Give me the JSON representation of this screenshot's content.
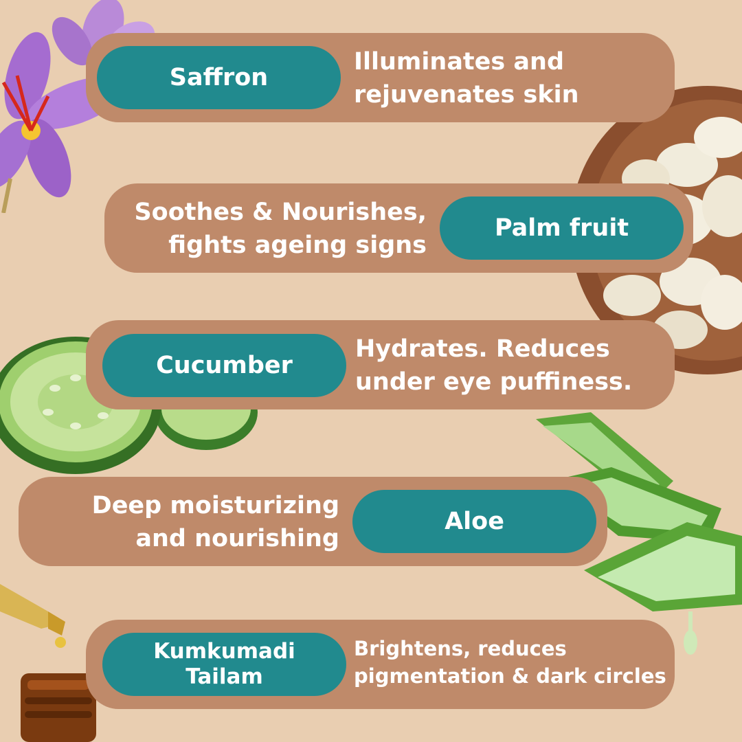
{
  "theme": {
    "background": "#e9ceb1",
    "card": "#bf8a6a",
    "pill": "#218a8e",
    "text": "#ffffff"
  },
  "decorations": {
    "top_left": "saffron-flower-icon",
    "top_right": "palm-fruit-bowl-icon",
    "middle_left": "cucumber-slices-icon",
    "middle_right": "aloe-vera-icon",
    "bottom_left": "oil-dropper-and-bottle-icon"
  },
  "ingredients": [
    {
      "name": "Saffron",
      "benefit": "Illuminates and\nrejuvenates skin"
    },
    {
      "name": "Palm fruit",
      "benefit": "Soothes & Nourishes,\nfights ageing signs"
    },
    {
      "name": "Cucumber",
      "benefit": "Hydrates. Reduces\nunder eye puffiness."
    },
    {
      "name": "Aloe",
      "benefit": "Deep moisturizing\nand nourishing"
    },
    {
      "name": "Kumkumadi\nTailam",
      "benefit": "Brightens, reduces\npigmentation & dark circles"
    }
  ]
}
